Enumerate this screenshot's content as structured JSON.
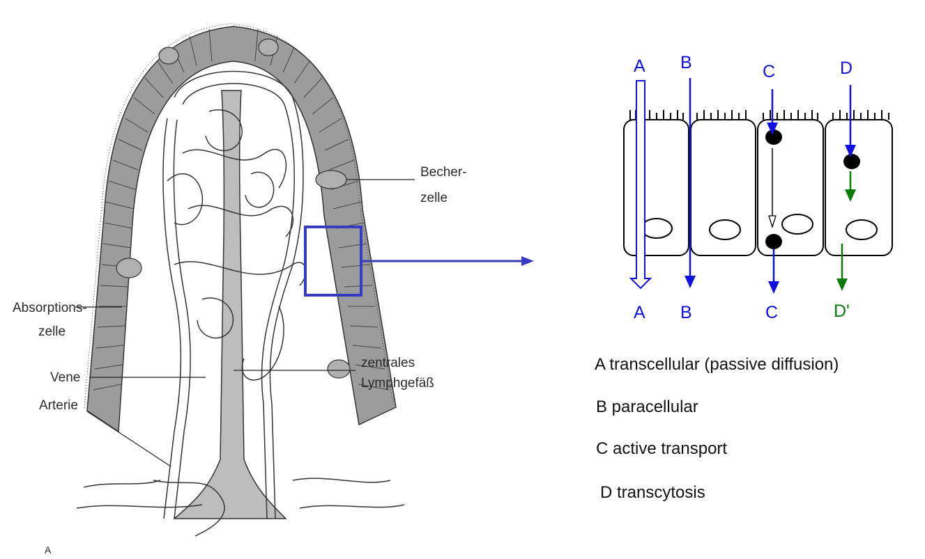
{
  "colors": {
    "blue": "#1010e0",
    "green": "#0a7a0a",
    "box": "#3a3ac0",
    "epithelium": "#9c9c9c",
    "lymph": "#bdbdbd"
  },
  "villus": {
    "labels": {
      "goblet": [
        "Becher-",
        "zelle"
      ],
      "absorption": [
        "Absorptions-",
        "zelle"
      ],
      "vein": "Vene",
      "artery": "Arterie",
      "lymph": [
        "zentrales",
        "Lymphgefäß"
      ],
      "figure_letter": "A"
    }
  },
  "cells": {
    "top_labels": {
      "a": "A",
      "b": "B",
      "c": "C",
      "d": "D"
    },
    "bottom_labels": {
      "a": "A",
      "b": "B",
      "c": "C",
      "d": "D'"
    }
  },
  "legend": {
    "a": "A transcellular (passive diffusion)",
    "b": "B  paracellular",
    "c": "C  active transport",
    "d": "D  transcytosis"
  }
}
